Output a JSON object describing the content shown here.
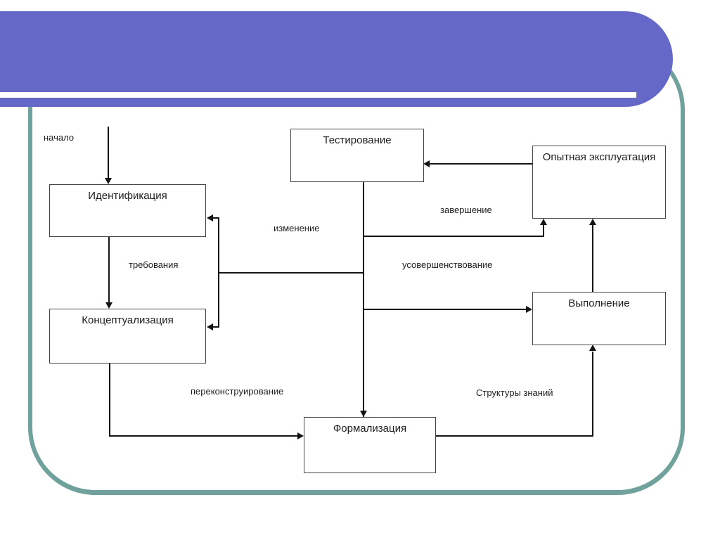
{
  "slide": {
    "colors": {
      "header_purple": "#6668c8",
      "frame_teal": "#71a19c",
      "node_border": "#454545",
      "line_color": "#141414",
      "text_color": "#1d1d1d",
      "background": "#ffffff"
    }
  },
  "diagram": {
    "nodes": {
      "testing": {
        "label": "Тестирование"
      },
      "trial_operation": {
        "label": "Опытная эксплуатация"
      },
      "identification": {
        "label": "Идентификация"
      },
      "execution": {
        "label": "Выполнение"
      },
      "conceptualization": {
        "label": "Концептуализация"
      },
      "formalization": {
        "label": "Формализация"
      }
    },
    "edge_labels": {
      "start": "начало",
      "requirements": "требования",
      "change": "изменение",
      "completion": "завершение",
      "improvement": "усовершенствование",
      "redesign": "переконструирование",
      "knowledge_structures": "Структуры знаний"
    }
  }
}
